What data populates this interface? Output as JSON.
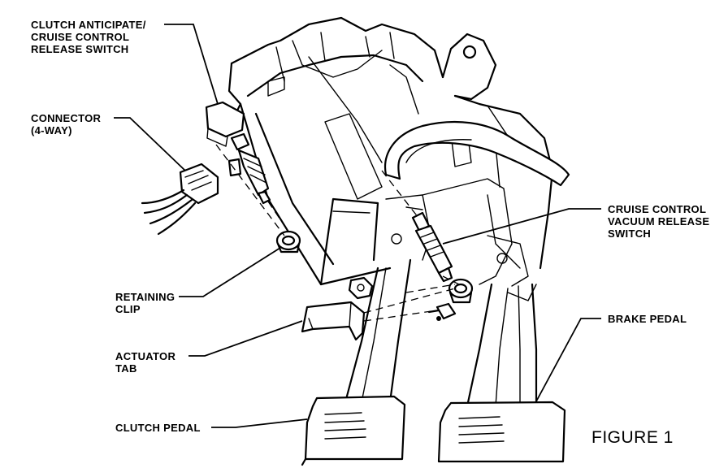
{
  "labels": {
    "clutch_anticipate_line1": "CLUTCH ANTICIPATE/",
    "clutch_anticipate_line2": "CRUISE CONTROL",
    "clutch_anticipate_line3": "RELEASE SWITCH",
    "connector_line1": "CONNECTOR",
    "connector_line2": "(4-WAY)",
    "cruise_vacuum_line1": "CRUISE CONTROL",
    "cruise_vacuum_line2": "VACUUM RELEASE",
    "cruise_vacuum_line3": "SWITCH",
    "retaining_clip_line1": "RETAINING",
    "retaining_clip_line2": "CLIP",
    "brake_pedal": "BRAKE PEDAL",
    "actuator_tab_line1": "ACTUATOR",
    "actuator_tab_line2": "TAB",
    "clutch_pedal": "CLUTCH PEDAL"
  },
  "figure_caption": "FIGURE 1"
}
